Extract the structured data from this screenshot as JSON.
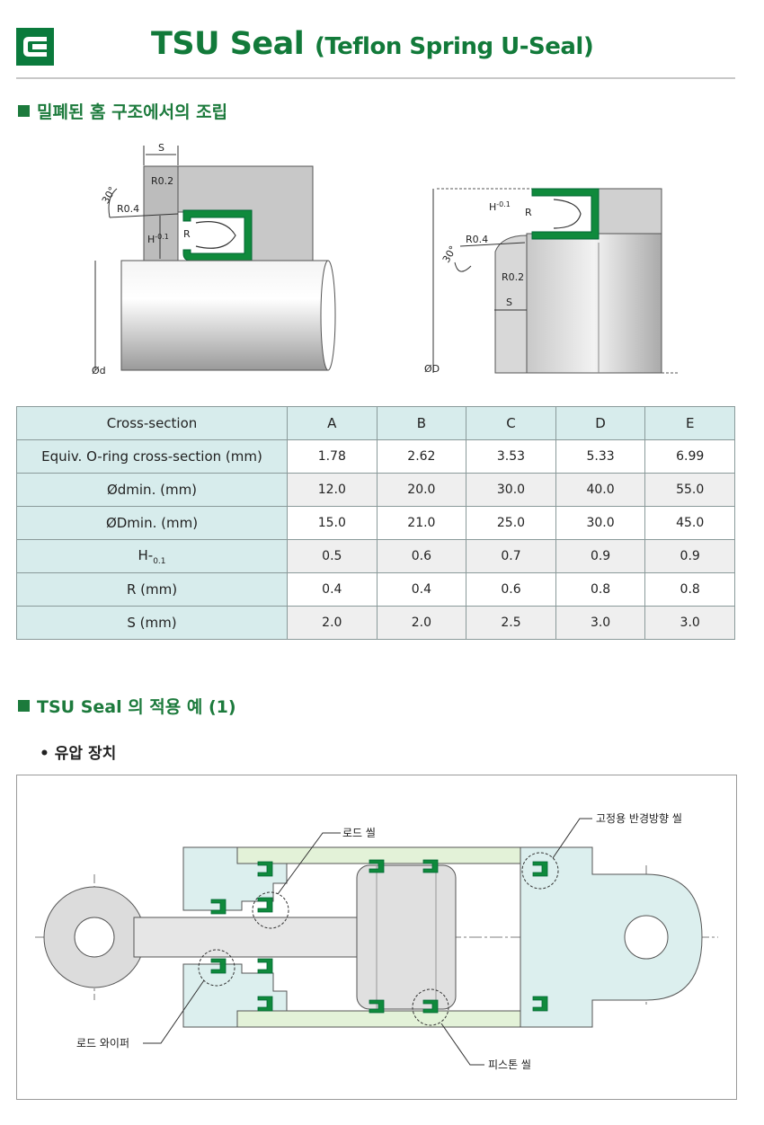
{
  "header": {
    "title_main": "TSU Seal",
    "title_sub": "(Teflon Spring U-Seal)"
  },
  "section1": {
    "title": "밀폐된 홈 구조에서의 조립"
  },
  "diagram1": {
    "s": "S",
    "r02": "R0.2",
    "r04": "R0.4",
    "angle": "30°",
    "h": "H",
    "h_tol": "-0.1",
    "r": "R",
    "d": "Ød"
  },
  "diagram2": {
    "h": "H",
    "h_tol": "-0.1",
    "r": "R",
    "r04": "R0.4",
    "angle": "30°",
    "r02": "R0.2",
    "s": "S",
    "d": "ØD"
  },
  "table": {
    "header": [
      "Cross-section",
      "A",
      "B",
      "C",
      "D",
      "E"
    ],
    "rows": [
      {
        "label": "Equiv. O-ring cross-section (mm)",
        "values": [
          "1.78",
          "2.62",
          "3.53",
          "5.33",
          "6.99"
        ]
      },
      {
        "label": "Ødmin. (mm)",
        "values": [
          "12.0",
          "20.0",
          "30.0",
          "40.0",
          "55.0"
        ]
      },
      {
        "label": "ØDmin. (mm)",
        "values": [
          "15.0",
          "21.0",
          "25.0",
          "30.0",
          "45.0"
        ]
      },
      {
        "label_main": "H-",
        "label_sub": "0.1",
        "values": [
          "0.5",
          "0.6",
          "0.7",
          "0.9",
          "0.9"
        ]
      },
      {
        "label": "R (mm)",
        "values": [
          "0.4",
          "0.4",
          "0.6",
          "0.8",
          "0.8"
        ]
      },
      {
        "label": "S (mm)",
        "values": [
          "2.0",
          "2.0",
          "2.5",
          "3.0",
          "3.0"
        ]
      }
    ]
  },
  "section2": {
    "title": "TSU Seal 의 적용 예 (1)"
  },
  "bullet": "• 유압 장치",
  "application": {
    "rod_seal": "로드 씰",
    "static_seal": "고정용 반경방향 씰",
    "rod_wiper": "로드 와이퍼",
    "piston_seal": "피스톤 씰"
  },
  "colors": {
    "brand_green": "#127a3a",
    "seal_green": "#0f8a3c",
    "table_header": "#d7ecec",
    "body_light": "#dcefee"
  }
}
